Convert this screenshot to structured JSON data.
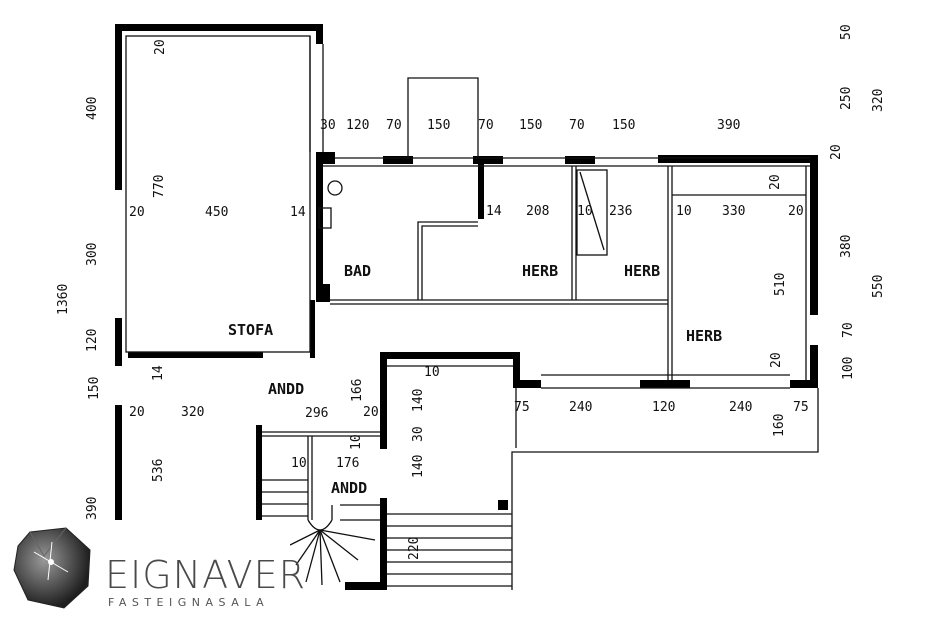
{
  "rooms": {
    "stofa": "STOFA",
    "bad": "BAD",
    "herb1": "HERB",
    "herb2": "HERB",
    "herb3": "HERB",
    "andd1": "ANDD",
    "andd2": "ANDD"
  },
  "dims": {
    "top": [
      "30",
      "120",
      "70",
      "150",
      "70",
      "150",
      "70",
      "150",
      "390"
    ],
    "right": [
      "50",
      "250",
      "320",
      "20",
      "380",
      "550",
      "70",
      "100"
    ],
    "left": [
      "400",
      "300",
      "1360",
      "120",
      "150",
      "390"
    ],
    "stofa": [
      "20",
      "770",
      "20",
      "450",
      "14"
    ],
    "rooms_row": [
      "14",
      "208",
      "10",
      "236",
      "10",
      "330",
      "20",
      "20",
      "510"
    ],
    "lower_left": [
      "14",
      "20",
      "320",
      "536"
    ],
    "hall": [
      "296",
      "166",
      "20",
      "10",
      "140",
      "30",
      "140"
    ],
    "bottom": [
      "75",
      "240",
      "120",
      "240",
      "75",
      "160",
      "20"
    ],
    "stair": [
      "10",
      "176",
      "10",
      "220"
    ]
  },
  "logo": {
    "name": "EIGNAVER",
    "tagline": "FASTEIGNASALA",
    "color": "#4a4a4a"
  }
}
